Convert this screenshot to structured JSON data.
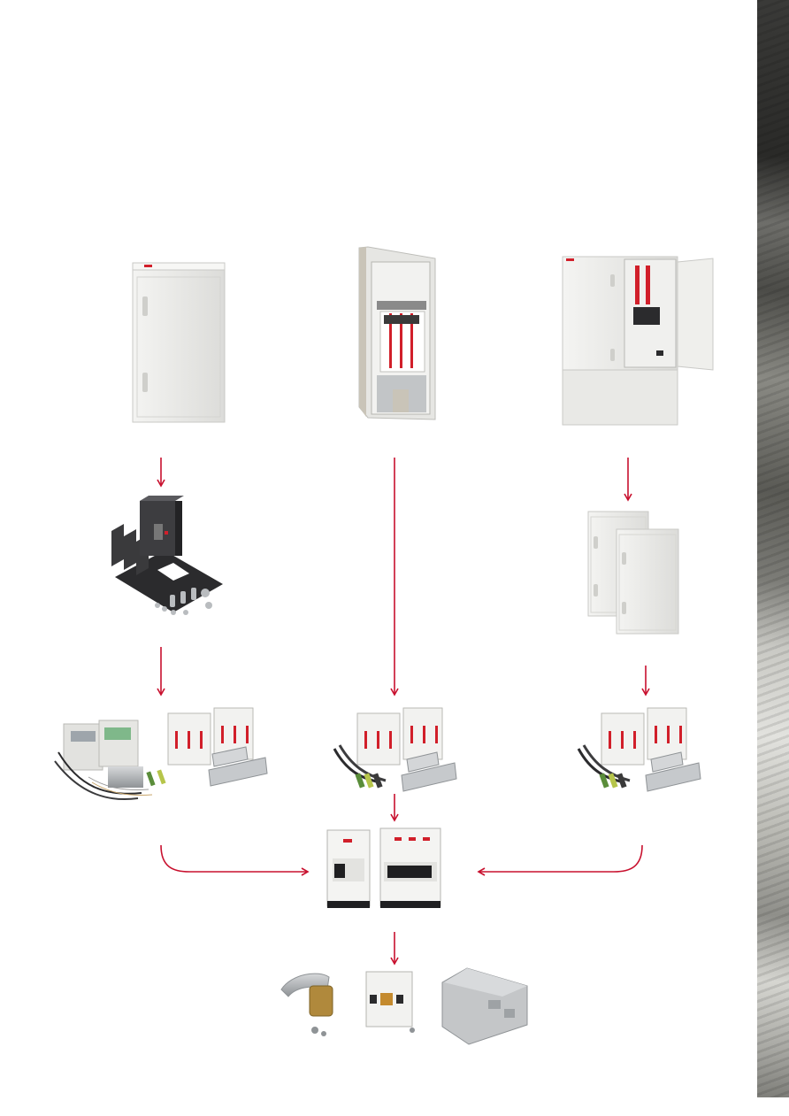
{
  "colors": {
    "arrow": "#c8102e",
    "enclosure": "#ececea",
    "enclosure_edge": "#c9c9c6",
    "breaker_body": "#f2f2f0",
    "breaker_stripe": "#d11f2a",
    "dark_plate": "#2b2b2d",
    "metal": "#b9bcbf"
  },
  "products": [
    {
      "name": "wall-enclosure"
    },
    {
      "name": "open-distribution-board"
    },
    {
      "name": "floor-standing-panel"
    },
    {
      "name": "mccb-kit"
    },
    {
      "name": "twin-enclosures"
    },
    {
      "name": "meter-and-breaker-kit"
    },
    {
      "name": "breaker-cable-kit-center"
    },
    {
      "name": "breaker-cable-kit-right"
    },
    {
      "name": "miniature-circuit-breakers"
    },
    {
      "name": "accessories"
    }
  ],
  "icons": [
    "down-arrow-icon",
    "curved-arrow-icon"
  ]
}
